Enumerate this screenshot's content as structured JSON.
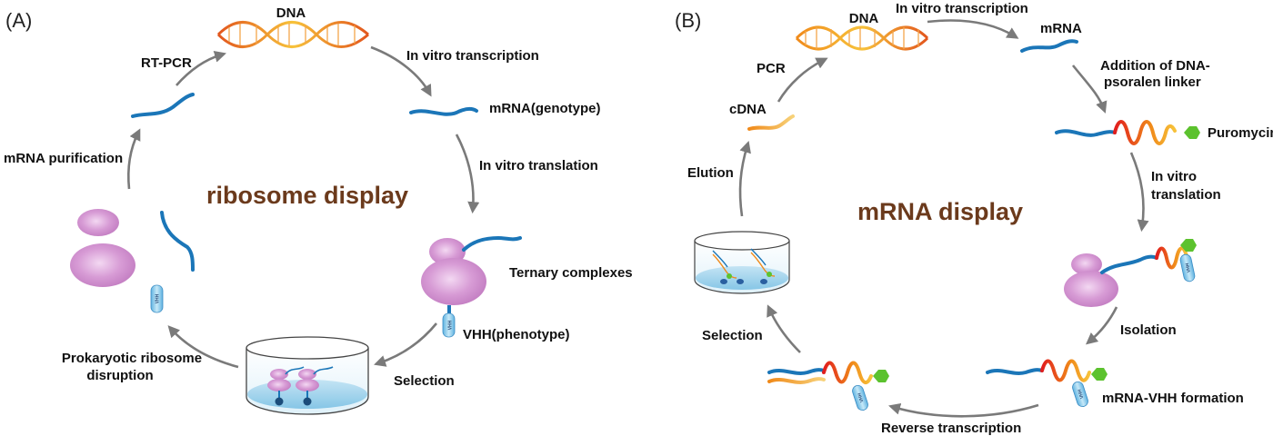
{
  "panel_a": {
    "marker": "(A)",
    "title": "ribosome display",
    "labels": {
      "dna": "DNA",
      "in_vitro_transcription": "In vitro transcription",
      "mrna_genotype": "mRNA(genotype)",
      "in_vitro_translation": "In vitro translation",
      "ternary_complexes": "Ternary complexes",
      "vhh_phenotype": "VHH(phenotype)",
      "selection": "Selection",
      "prokaryotic_line1": "Prokaryotic ribosome",
      "prokaryotic_line2": "disruption",
      "mrna_purification": "mRNA purification",
      "rt_pcr": "RT-PCR"
    }
  },
  "panel_b": {
    "marker": "(B)",
    "title": "mRNA display",
    "labels": {
      "dna": "DNA",
      "in_vitro_transcription": "In vitro transcription",
      "mrna": "mRNA",
      "addition_line1": "Addition of DNA-",
      "addition_line2": "psoralen linker",
      "puromycin": "Puromycin",
      "in_vitro_line1": "In vitro",
      "in_vitro_line2": "translation",
      "isolation": "Isolation",
      "mrna_vhh_formation": "mRNA-VHH formation",
      "reverse_transcription": "Reverse transcription",
      "selection": "Selection",
      "elution": "Elution",
      "cdna": "cDNA",
      "pcr": "PCR"
    }
  },
  "icon_labels": {
    "vhh": "VHH"
  },
  "colors": {
    "mrna_blue": "#1b76b8",
    "dna_orange": "#f08a1a",
    "dna_yellow": "#f7c23a",
    "ribosome_pink": "#d28fd0",
    "puromycin_green": "#5cc22e",
    "vhh_blue": "#8fcdec",
    "title_brown": "#6b3a1c",
    "arrow_gray": "#7a7a7a"
  }
}
